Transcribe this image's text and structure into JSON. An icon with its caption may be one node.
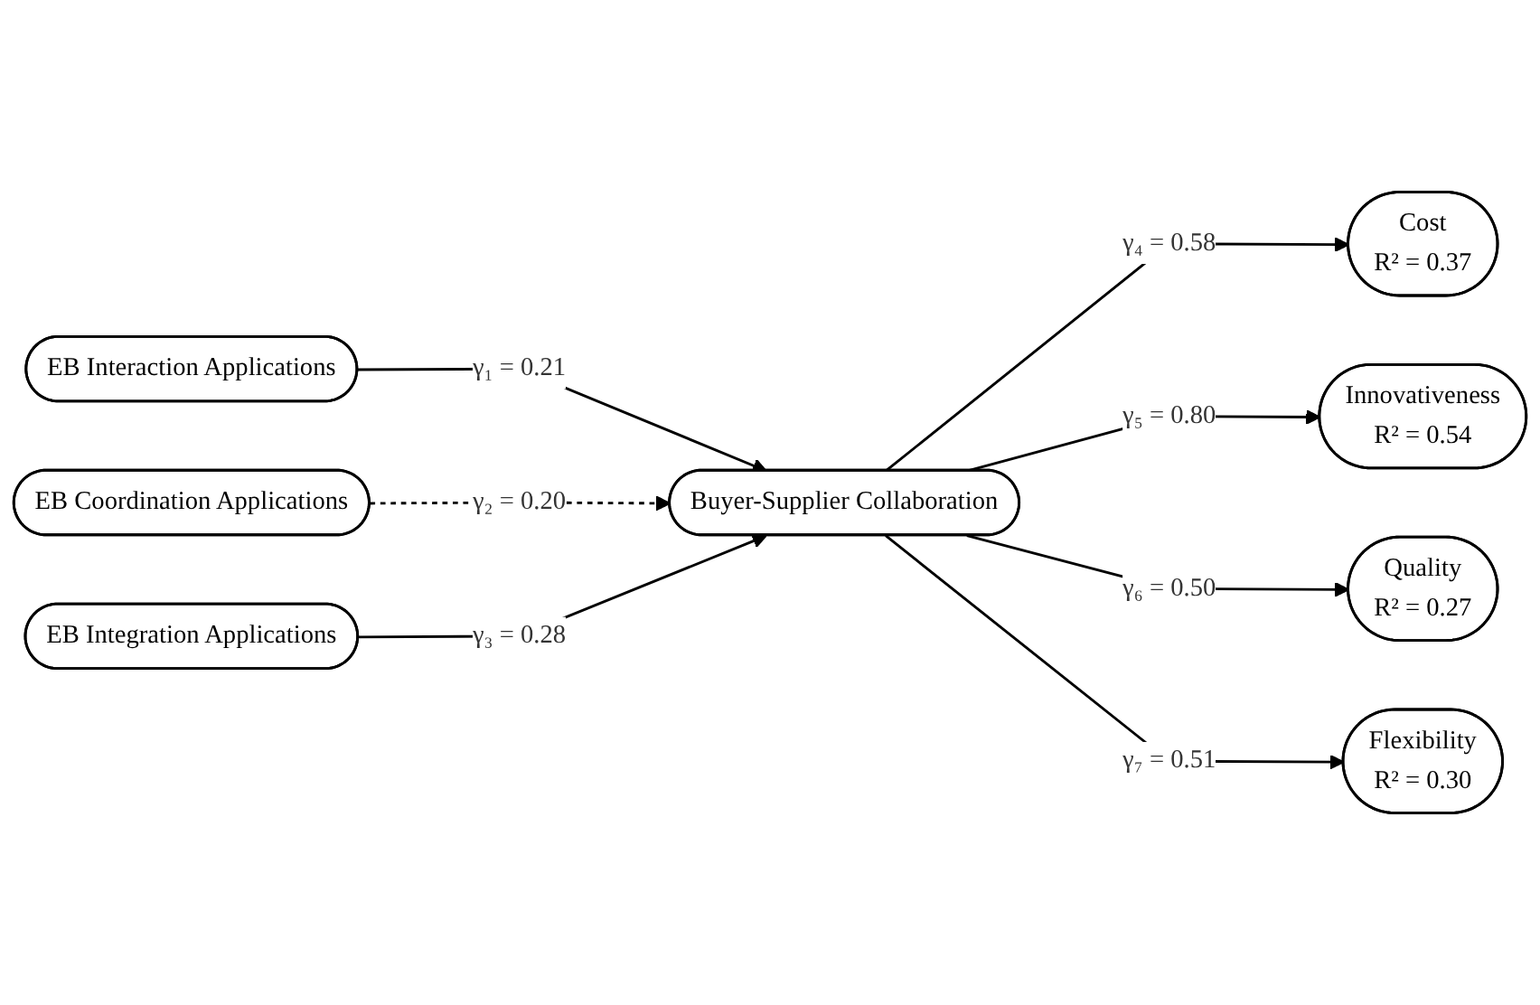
{
  "diagram": {
    "nodes": [
      {
        "text": [
          "EB Interaction Applications"
        ]
      },
      {
        "text": [
          "EB Coordination Applications"
        ]
      },
      {
        "text": [
          "EB Integration Applications"
        ]
      },
      {
        "text": [
          "Buyer-Supplier Collaboration"
        ]
      },
      {
        "text": [
          "Cost",
          "R² = 0.37"
        ]
      },
      {
        "text": [
          "Innovativeness",
          "R² = 0.54"
        ]
      },
      {
        "text": [
          "Quality",
          "R² = 0.27"
        ]
      },
      {
        "text": [
          "Flexibility",
          "R² = 0.30"
        ]
      }
    ],
    "edges": [
      {
        "from": 0,
        "to": 3,
        "arrow": "to",
        "label": "γ₁ = 0.21"
      },
      {
        "from": 1,
        "to": 3,
        "arrow": "to",
        "label": "γ₂ = 0.20",
        "style": "dashed"
      },
      {
        "from": 2,
        "to": 3,
        "arrow": "to",
        "label": "γ₃ = 0.28"
      },
      {
        "from": 3,
        "to": 4,
        "arrow": "to",
        "label": "γ₄ = 0.58"
      },
      {
        "from": 3,
        "to": 5,
        "arrow": "to",
        "label": "γ₅ = 0.80"
      },
      {
        "from": 3,
        "to": 6,
        "arrow": "to",
        "label": "γ₆ = 0.50"
      },
      {
        "from": 3,
        "to": 7,
        "arrow": "to",
        "label": "γ₇ = 0.51"
      }
    ]
  }
}
